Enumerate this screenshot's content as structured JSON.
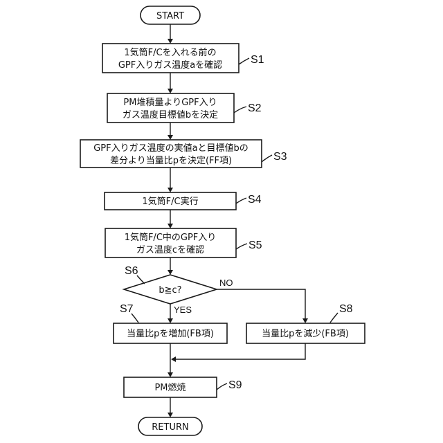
{
  "flowchart": {
    "start": "START",
    "end": "RETURN",
    "steps": [
      {
        "id": "S1",
        "lines": [
          "1気筒F/Cを入れる前の",
          "GPF入りガス温度aを確認"
        ]
      },
      {
        "id": "S2",
        "lines": [
          "PM堆積量よりGPF入り",
          "ガス温度目標値bを決定"
        ]
      },
      {
        "id": "S3",
        "lines": [
          "GPF入りガス温度の実値aと目標値bの",
          "差分より当量比pを決定(FF項)"
        ]
      },
      {
        "id": "S4",
        "lines": [
          "1気筒F/C実行"
        ]
      },
      {
        "id": "S5",
        "lines": [
          "1気筒F/C中のGPF入り",
          "ガス温度cを確認"
        ]
      },
      {
        "id": "S7",
        "lines": [
          "当量比pを増加(FB項)"
        ]
      },
      {
        "id": "S8",
        "lines": [
          "当量比pを減少(FB項)"
        ]
      },
      {
        "id": "S9",
        "lines": [
          "PM燃焼"
        ]
      }
    ],
    "decision": {
      "id": "S6",
      "text": "b≧c?",
      "yes": "YES",
      "no": "NO"
    }
  }
}
